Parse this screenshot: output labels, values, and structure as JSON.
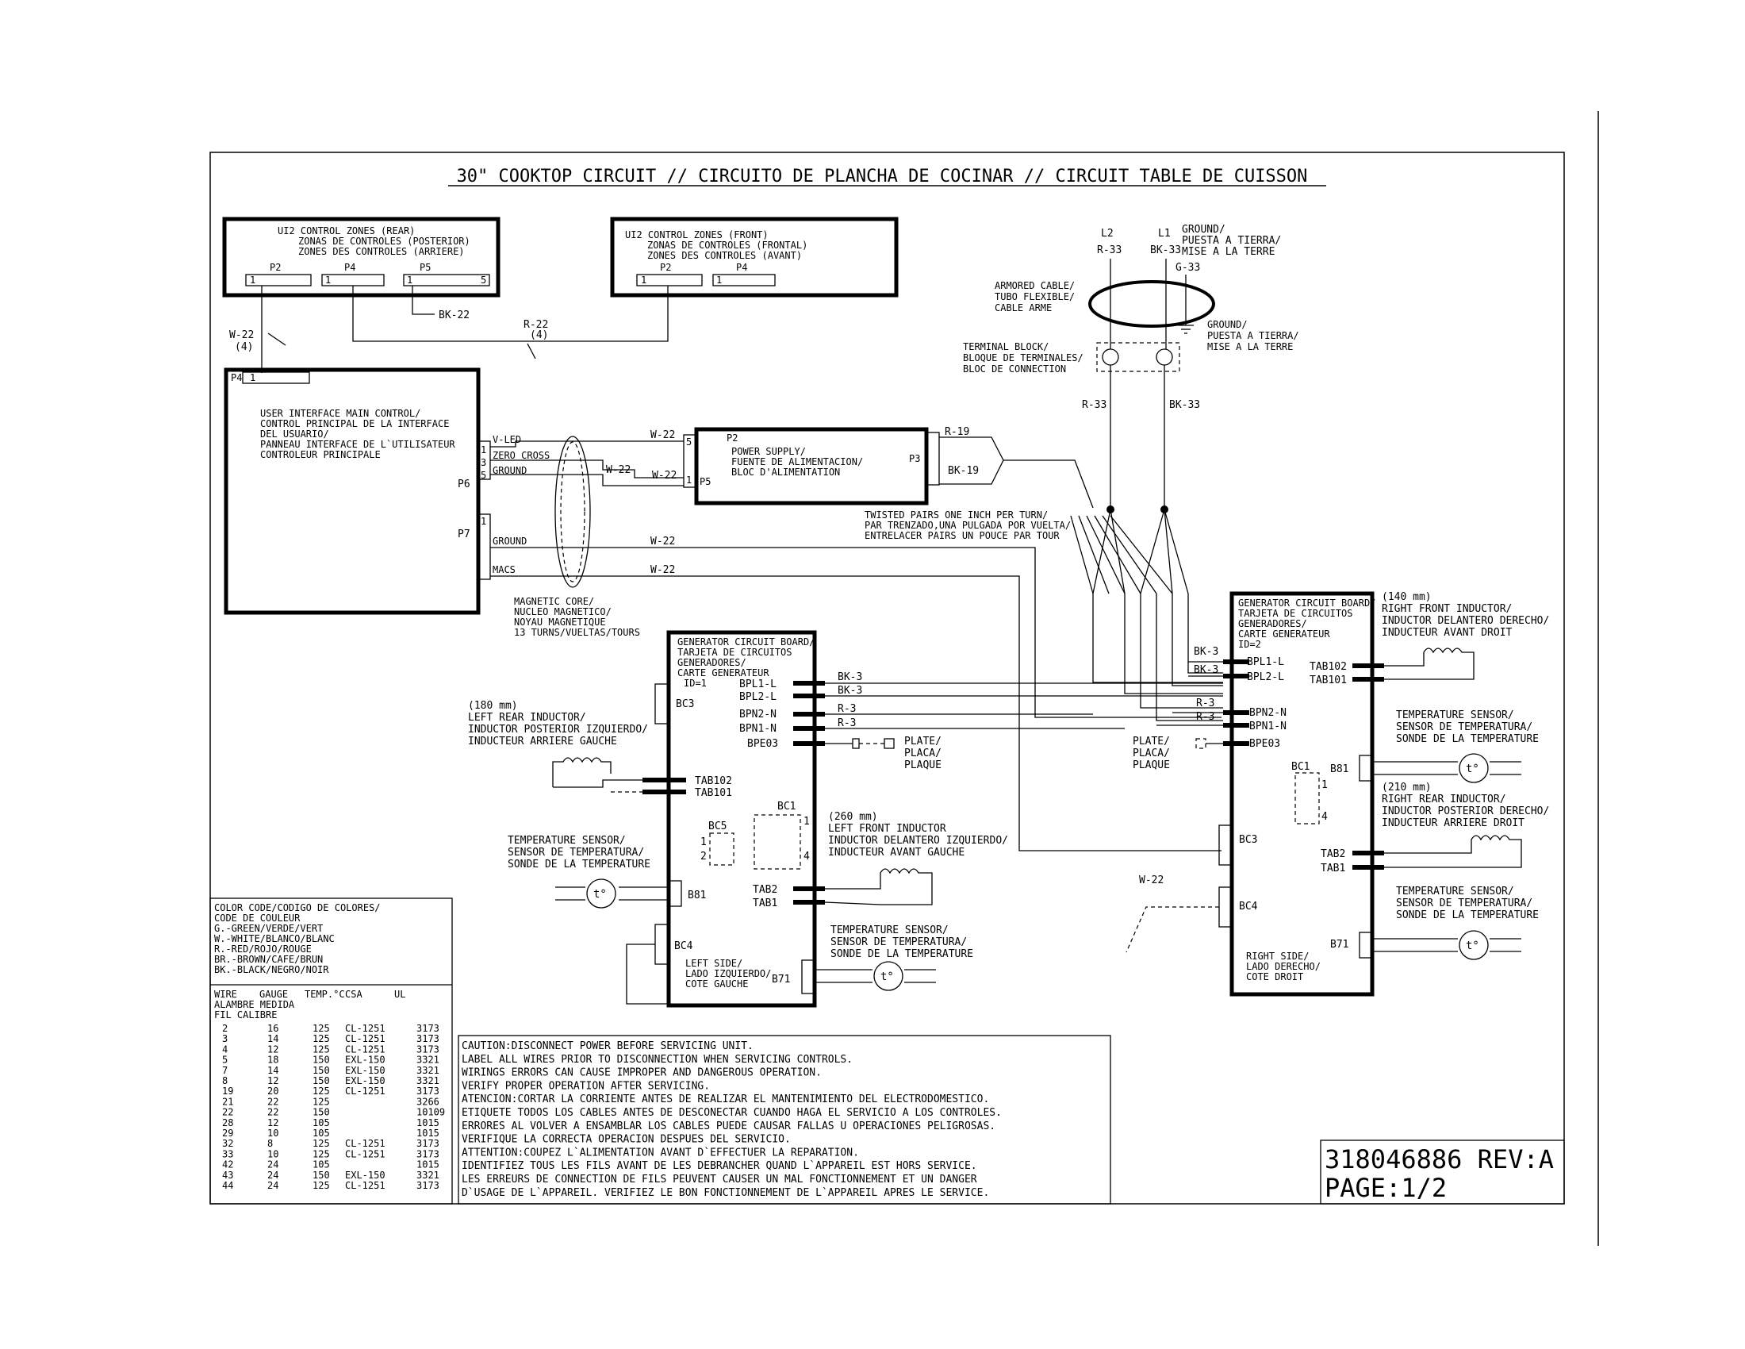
{
  "title": "30\" COOKTOP CIRCUIT // CIRCUITO DE PLANCHA DE COCINAR // CIRCUIT TABLE DE CUISSON",
  "ui_rear": {
    "lines": [
      "UI2 CONTROL ZONES (REAR)",
      "ZONAS DE CONTROLES (POSTERIOR)",
      "ZONES DES CONTROLES (ARRIERE)"
    ],
    "p2": "P2",
    "p4": "P4",
    "p5": "P5",
    "pin1": "1",
    "pin5": "5"
  },
  "ui_front": {
    "lines": [
      "UI2 CONTROL ZONES (FRONT)",
      "ZONAS DE CONTROLES (FRONTAL)",
      "ZONES DES CONTROLES (AVANT)"
    ],
    "p2": "P2",
    "p4": "P4",
    "pin1": "1"
  },
  "wires": {
    "bk22": "BK-22",
    "r22": "R-22",
    "r22_count": "(4)",
    "w22_left": "W-22",
    "w22_left_count": "(4)",
    "w22": "W-22",
    "r19": "R-19",
    "bk19": "BK-19",
    "l2": "L2",
    "l1": "L1",
    "r33": "R-33",
    "bk33": "BK-33",
    "g33": "G-33",
    "bk3": "BK-3",
    "r3": "R-3"
  },
  "main_control": {
    "p4": "P4",
    "pin1": "1",
    "lines": [
      "USER INTERFACE MAIN CONTROL/",
      "CONTROL PRINCIPAL DE LA INTERFACE",
      "DEL USUARIO/",
      "PANNEAU INTERFACE DE L`UTILISATEUR",
      "CONTROLEUR PRINCIPALE"
    ],
    "p6": "P6",
    "p7": "P7",
    "vled": "V-LED",
    "zero": "ZERO CROSS",
    "ground": "GROUND",
    "macs": "MACS",
    "n1": "1",
    "n3": "3",
    "n5": "5"
  },
  "power_supply": {
    "p2": "P2",
    "p3": "P3",
    "p5": "P5",
    "lines": [
      "POWER SUPPLY/",
      "FUENTE DE ALIMENTACION/",
      "BLOC D'ALIMENTATION"
    ],
    "n5": "5",
    "n1": "1"
  },
  "twisted": [
    "TWISTED PAIRS ONE INCH PER TURN/",
    "PAR TRENZADO,UNA PULGADA POR VUELTA/",
    "ENTRELACER PAIRS UN POUCE PAR TOUR"
  ],
  "magnetic": [
    "MAGNETIC CORE/",
    "NUCLEO MAGNETICO/",
    "NOYAU MAGNETIQUE",
    "13 TURNS/VUELTAS/TOURS"
  ],
  "ground_top": [
    "GROUND/",
    "PUESTA A TIERRA/",
    "MISE A LA TERRE"
  ],
  "ground_mid": [
    "GROUND/",
    "PUESTA A TIERRA/",
    "MISE A LA TERRE"
  ],
  "armored": [
    "ARMORED CABLE/",
    "TUBO FLEXIBLE/",
    "CABLE ARME"
  ],
  "terminal": [
    "TERMINAL BLOCK/",
    "BLOQUE DE TERMINALES/",
    "BLOC DE CONNECTION"
  ],
  "left_board": {
    "header": [
      "GENERATOR CIRCUIT BOARD/",
      "TARJETA DE CIRCUITOS",
      "GENERADORES/",
      "CARTE GENERATEUR",
      "ID=1"
    ],
    "bpl1": "BPL1-L",
    "bpl2": "BPL2-L",
    "bpn2": "BPN2-N",
    "bpn1": "BPN1-N",
    "bpe03": "BPE03",
    "bc3": "BC3",
    "bc4": "BC4",
    "bc5": "BC5",
    "bc1": "BC1",
    "b81": "B81",
    "b71": "B71",
    "tab102": "TAB102",
    "tab101": "TAB101",
    "tab2": "TAB2",
    "tab1": "TAB1",
    "side": [
      "LEFT SIDE/",
      "LADO IZQUIERDO/",
      "COTE GAUCHE"
    ],
    "n1": "1",
    "n2": "2",
    "n4": "4"
  },
  "right_board": {
    "header": [
      "GENERATOR CIRCUIT BOARD/",
      "TARJETA DE CIRCUITOS",
      "GENERADORES/",
      "CARTE GENERATEUR",
      "ID=2"
    ],
    "bpl1": "BPL1-L",
    "bpl2": "BPL2-L",
    "bpn2": "BPN2-N",
    "bpn1": "BPN1-N",
    "bpe03": "BPE03",
    "bc1": "BC1",
    "bc3": "BC3",
    "bc4": "BC4",
    "b81": "B81",
    "b71": "B71",
    "tab102": "TAB102",
    "tab101": "TAB101",
    "tab2": "TAB2",
    "tab1": "TAB1",
    "side": [
      "RIGHT SIDE/",
      "LADO DERECHO/",
      "COTE DROIT"
    ],
    "n1": "1",
    "n4": "4"
  },
  "plate": [
    "PLATE/",
    "PLACA/",
    "PLAQUE"
  ],
  "left_rear_inductor": [
    "(180 mm)",
    "LEFT REAR INDUCTOR/",
    "INDUCTOR POSTERIOR IZQUIERDO/",
    "INDUCTEUR ARRIERE GAUCHE"
  ],
  "left_front_inductor": [
    "(260 mm)",
    "LEFT FRONT INDUCTOR",
    "INDUCTOR DELANTERO IZQUIERDO/",
    "INDUCTEUR AVANT GAUCHE"
  ],
  "right_front_inductor": [
    "(140 mm)",
    "RIGHT FRONT INDUCTOR/",
    "INDUCTOR DELANTERO DERECHO/",
    "INDUCTEUR AVANT DROIT"
  ],
  "right_rear_inductor": [
    "(210 mm)",
    "RIGHT REAR INDUCTOR/",
    "INDUCTOR POSTERIOR DERECHO/",
    "INDUCTEUR ARRIERE DROIT"
  ],
  "temp_sensor": [
    "TEMPERATURE SENSOR/",
    "SENSOR DE TEMPERATURA/",
    "SONDE DE LA TEMPERATURE"
  ],
  "t_symbol": "t°",
  "color_code": {
    "lines": [
      "COLOR CODE/CODIGO DE COLORES/",
      "CODE DE COULEUR",
      "G.-GREEN/VERDE/VERT",
      "W.-WHITE/BLANCO/BLANC",
      "R.-RED/ROJO/ROUGE",
      "BR.-BROWN/CAFE/BRUN",
      "BK.-BLACK/NEGRO/NOIR"
    ]
  },
  "wire_table": {
    "headers": [
      "WIRE",
      "GAUGE",
      "TEMP.°C",
      "CSA",
      "UL"
    ],
    "subheaders": [
      "ALAMBRE MEDIDA",
      "FIL     CALIBRE"
    ],
    "rows": [
      [
        "2",
        "16",
        "125",
        "CL-1251",
        "3173"
      ],
      [
        "3",
        "14",
        "125",
        "CL-1251",
        "3173"
      ],
      [
        "4",
        "12",
        "125",
        "CL-1251",
        "3173"
      ],
      [
        "5",
        "18",
        "150",
        "EXL-150",
        "3321"
      ],
      [
        "7",
        "14",
        "150",
        "EXL-150",
        "3321"
      ],
      [
        "8",
        "12",
        "150",
        "EXL-150",
        "3321"
      ],
      [
        "19",
        "20",
        "125",
        "CL-1251",
        "3173"
      ],
      [
        "21",
        "22",
        "125",
        "",
        "3266"
      ],
      [
        "22",
        "22",
        "150",
        "",
        "10109"
      ],
      [
        "28",
        "12",
        "105",
        "",
        "1015"
      ],
      [
        "29",
        "10",
        "105",
        "",
        "1015"
      ],
      [
        "32",
        "8",
        "125",
        "CL-1251",
        "3173"
      ],
      [
        "33",
        "10",
        "125",
        "CL-1251",
        "3173"
      ],
      [
        "42",
        "24",
        "105",
        "",
        "1015"
      ],
      [
        "43",
        "24",
        "150",
        "EXL-150",
        "3321"
      ],
      [
        "44",
        "24",
        "125",
        "CL-1251",
        "3173"
      ]
    ]
  },
  "caution": {
    "lines": [
      "CAUTION:DISCONNECT POWER BEFORE SERVICING UNIT.",
      "        LABEL ALL WIRES PRIOR TO DISCONNECTION WHEN SERVICING CONTROLS.",
      "        WIRINGS ERRORS CAN CAUSE IMPROPER AND DANGEROUS OPERATION.",
      "        VERIFY PROPER OPERATION AFTER SERVICING.",
      "ATENCION:CORTAR LA CORRIENTE ANTES DE REALIZAR EL MANTENIMIENTO DEL ELECTRODOMESTICO.",
      "         ETIQUETE TODOS LOS CABLES ANTES DE DESCONECTAR CUANDO HAGA EL SERVICIO A LOS CONTROLES.",
      "         ERRORES AL VOLVER A ENSAMBLAR LOS CABLES PUEDE CAUSAR FALLAS U OPERACIONES PELIGROSAS.",
      "         VERIFIQUE LA CORRECTA OPERACION DESPUES DEL SERVICIO.",
      "ATTENTION:COUPEZ L`ALIMENTATION AVANT D`EFFECTUER LA REPARATION.",
      "          IDENTIFIEZ TOUS LES FILS AVANT DE LES DEBRANCHER QUAND L`APPAREIL EST HORS SERVICE.",
      "          LES ERREURS DE CONNECTION DE FILS PEUVENT CAUSER UN MAL FONCTIONNEMENT ET UN DANGER",
      "          D`USAGE DE L`APPAREIL. VERIFIEZ LE BON FONCTIONNEMENT DE L`APPAREIL APRES LE SERVICE."
    ]
  },
  "part_number": "318046886 REV:A",
  "page": "PAGE:1/2"
}
